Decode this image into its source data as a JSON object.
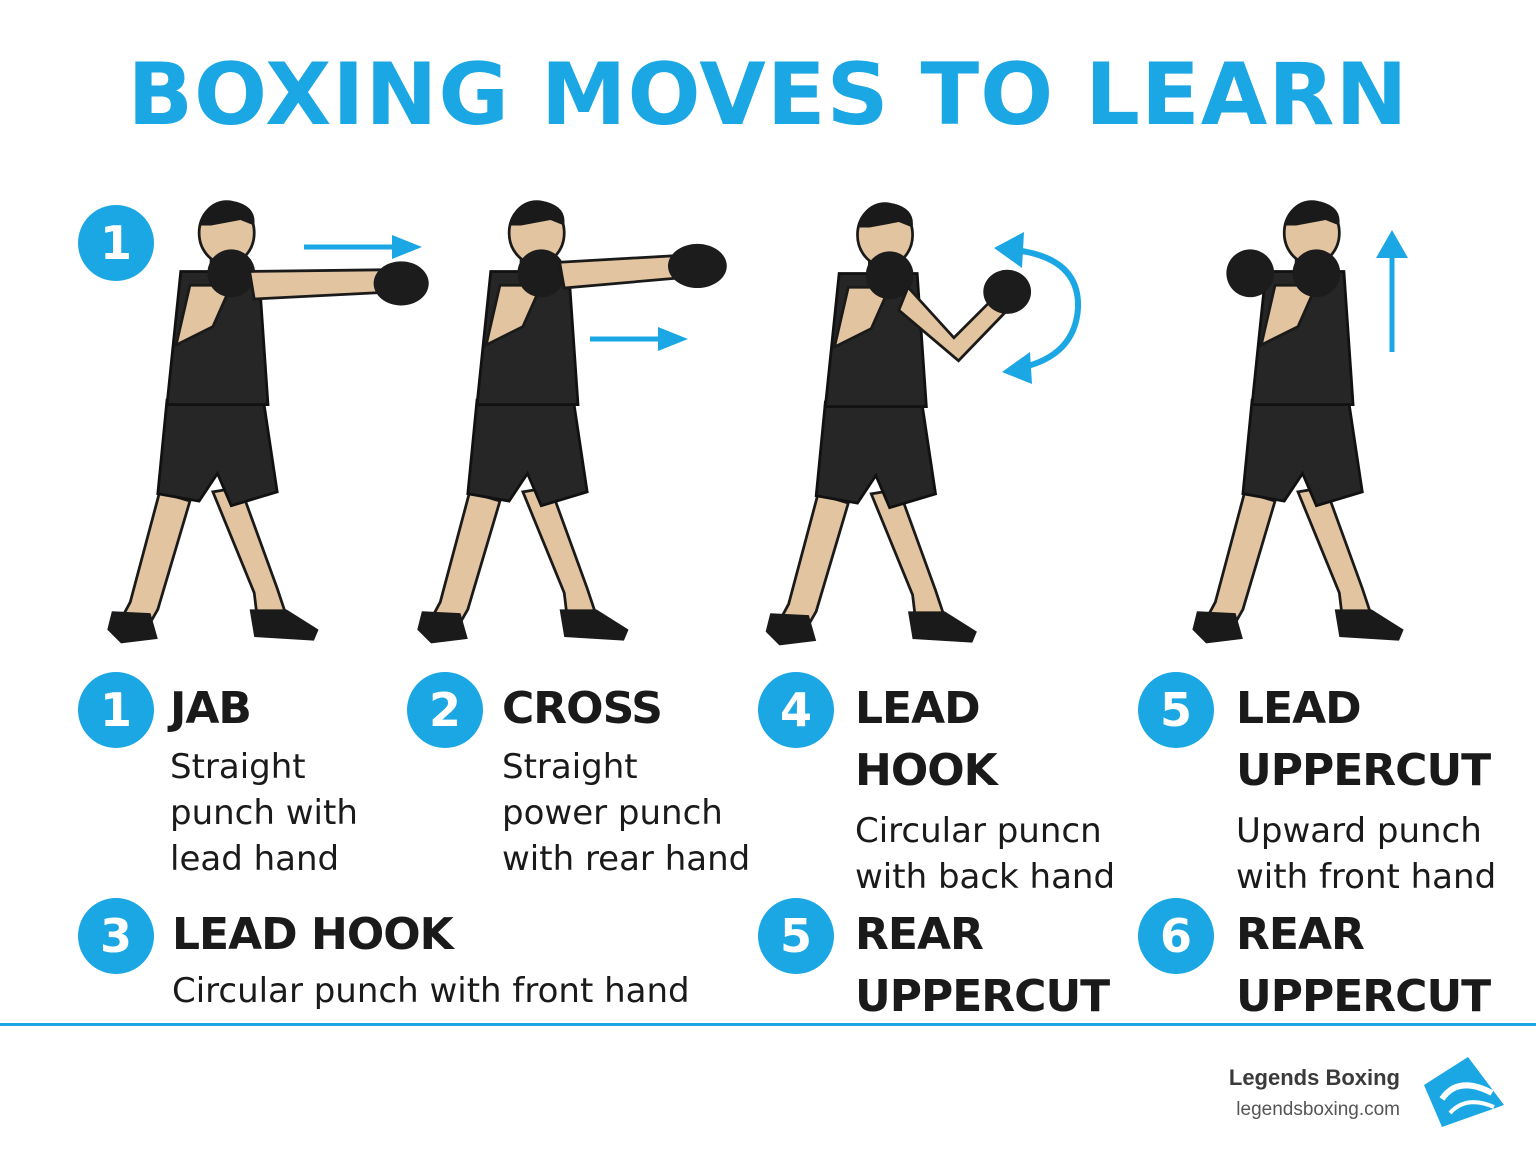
{
  "title": "BOXING MOVES TO LEARN",
  "accent_color": "#1aa7e4",
  "figure_badge": "1",
  "moves": [
    {
      "number": "1",
      "name": "JAB",
      "description_lines": [
        "Straight",
        "punch with",
        "lead hand"
      ]
    },
    {
      "number": "2",
      "name": "CROSS",
      "description_lines": [
        "Straight",
        "power punch",
        "with rear hand"
      ]
    },
    {
      "number": "4",
      "name_lines": [
        "LEAD",
        "HOOK"
      ],
      "description_lines": [
        "Circular puncn",
        "with back hand"
      ]
    },
    {
      "number": "5",
      "name_lines": [
        "LEAD",
        "UPPERCUT"
      ],
      "description_lines": [
        "Upward punch",
        "with front hand"
      ]
    },
    {
      "number": "3",
      "name": "LEAD HOOK",
      "description": "Circular punch with front hand"
    },
    {
      "number": "5",
      "name_lines": [
        "REAR",
        "UPPERCUT"
      ]
    },
    {
      "number": "6",
      "name_lines": [
        "REAR",
        "UPPERCUT"
      ]
    }
  ],
  "brand": {
    "name": "Legends Boxing",
    "url": "legendsboxing.com"
  },
  "icons": [
    "arrow-right-icon",
    "arrow-right-icon",
    "circular-arrow-icon",
    "arrow-up-icon",
    "brand-logo-icon"
  ]
}
